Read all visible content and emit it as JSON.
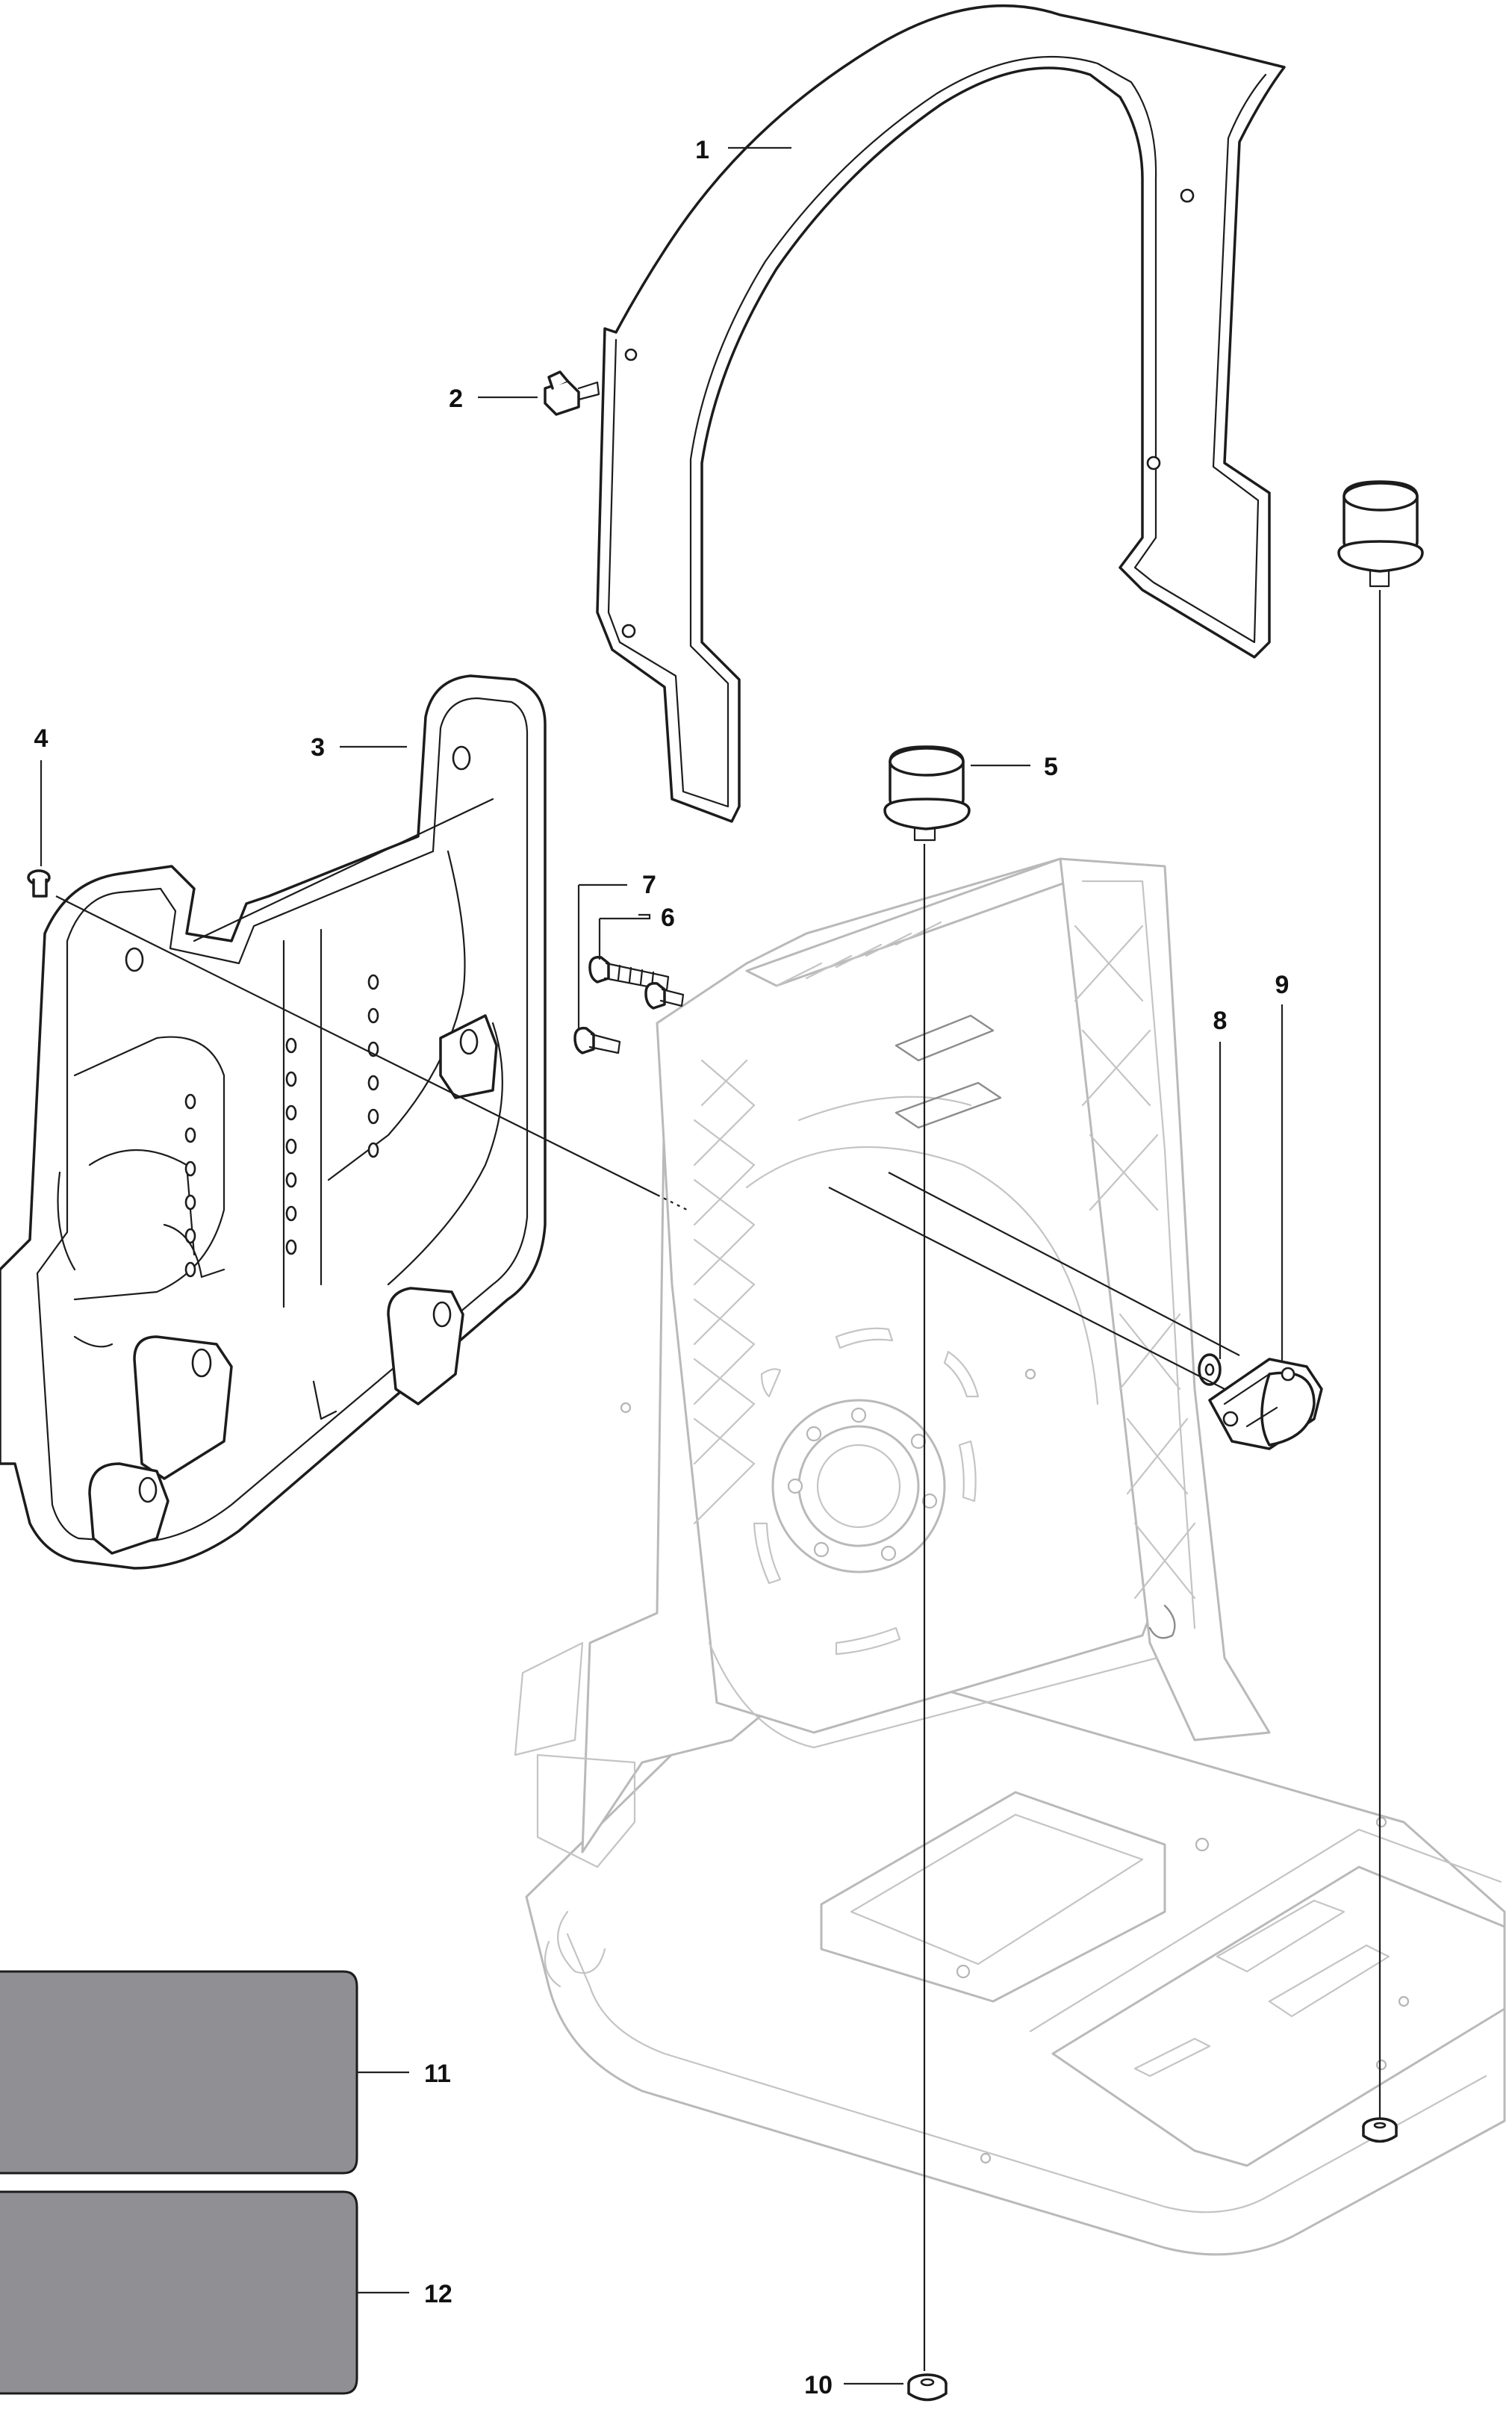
{
  "callouts": {
    "c1": "1",
    "c2": "2",
    "c3": "3",
    "c4": "4",
    "c5": "5",
    "c6": "6",
    "c7": "7",
    "c8": "8",
    "c9": "9",
    "c10": "10",
    "c11": "11",
    "c12": "12"
  },
  "colors": {
    "label_card": "#8f8f94",
    "line": "#1c1c1c",
    "ghost_line": "#b9b9b9"
  }
}
